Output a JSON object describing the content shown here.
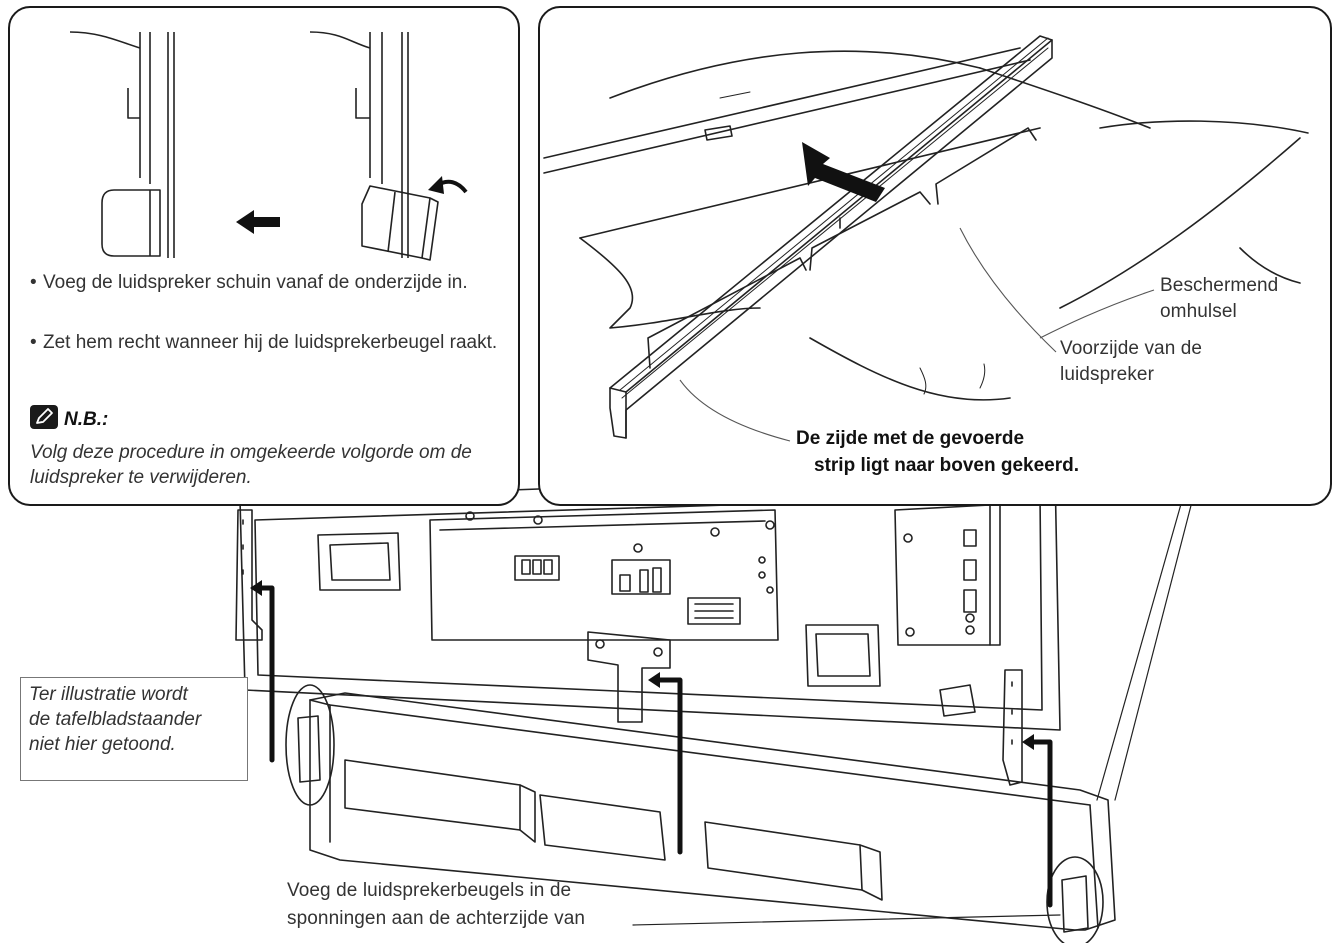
{
  "left_panel": {
    "bullets": [
      "Voeg de luidspreker schuin vanaf de onderzijde in.",
      "Zet hem recht wanneer hij de luidsprekerbeugel raakt."
    ],
    "note_title": "N.B.:",
    "note_text": "Volg deze procedure in omgekeerde volgorde om de luidspreker te verwijderen."
  },
  "right_panel": {
    "label_cover_1": "Beschermend",
    "label_cover_2": "omhulsel",
    "label_front_1": "Voorzijde van de",
    "label_front_2": "luidspreker",
    "caption_1": "De zijde met de gevoerde",
    "caption_2": "strip ligt naar boven gekeerd."
  },
  "illustration_note": {
    "line_1": "Ter illustratie wordt",
    "line_2": "de tafelbladstaander",
    "line_3": "niet hier getoond."
  },
  "bottom_label": {
    "line_1": "Voeg de luidsprekerbeugels in de",
    "line_2": "sponningen aan de achterzijde van"
  },
  "icons": {
    "note": "pencil-icon",
    "arrow": "arrow-left-icon"
  }
}
